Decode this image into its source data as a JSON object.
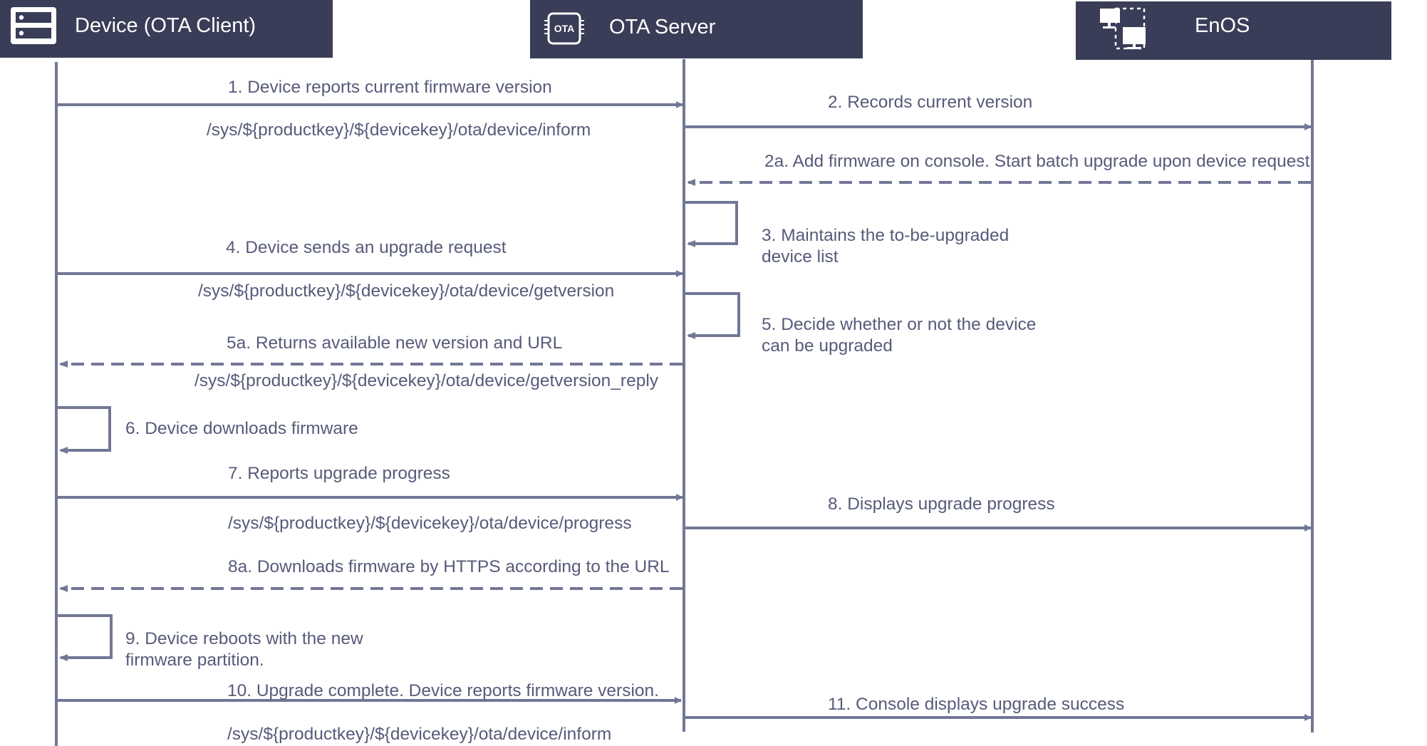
{
  "participants": [
    {
      "name": "Device (OTA Client)",
      "icon": "server-rack-icon"
    },
    {
      "name": "OTA Server",
      "icon": "ota-chip-icon"
    },
    {
      "name": "EnOS",
      "icon": "network-monitors-icon"
    }
  ],
  "colors": {
    "header_bg": "#3a3d57",
    "header_text": "#ffffff",
    "line": "#737796",
    "text": "#575b7a"
  },
  "messages": {
    "m1": {
      "label": "1. Device reports current firmware version",
      "topic": "/sys/${productkey}/${devicekey}/ota/device/inform",
      "from": "Device (OTA Client)",
      "to": "OTA Server",
      "style": "solid"
    },
    "m2": {
      "label": "2. Records current version",
      "from": "OTA Server",
      "to": "EnOS",
      "style": "solid"
    },
    "m2a": {
      "label": "2a. Add firmware on console. Start batch upgrade upon device request",
      "from": "EnOS",
      "to": "OTA Server",
      "style": "dashed"
    },
    "m3": {
      "label_line1": "3. Maintains the to-be-upgraded",
      "label_line2": "device list",
      "from": "OTA Server",
      "to": "OTA Server",
      "style": "self"
    },
    "m4": {
      "label": "4. Device sends an upgrade request",
      "topic": "/sys/${productkey}/${devicekey}/ota/device/getversion",
      "from": "Device (OTA Client)",
      "to": "OTA Server",
      "style": "solid"
    },
    "m5": {
      "label_line1": "5. Decide whether or not the device",
      "label_line2": "can be upgraded",
      "from": "OTA Server",
      "to": "OTA Server",
      "style": "self"
    },
    "m5a": {
      "label": "5a. Returns available new version and URL",
      "topic": "/sys/${productkey}/${devicekey}/ota/device/getversion_reply",
      "from": "OTA Server",
      "to": "Device (OTA Client)",
      "style": "dashed"
    },
    "m6": {
      "label": "6. Device downloads firmware",
      "from": "Device (OTA Client)",
      "to": "Device (OTA Client)",
      "style": "self"
    },
    "m7": {
      "label": "7. Reports upgrade progress",
      "topic": "/sys/${productkey}/${devicekey}/ota/device/progress",
      "from": "Device (OTA Client)",
      "to": "OTA Server",
      "style": "solid"
    },
    "m8": {
      "label": "8. Displays upgrade progress",
      "from": "OTA Server",
      "to": "EnOS",
      "style": "solid"
    },
    "m8a": {
      "label": "8a. Downloads firmware by HTTPS according to the URL",
      "from": "OTA Server",
      "to": "Device (OTA Client)",
      "style": "dashed"
    },
    "m9": {
      "label_line1": "9. Device reboots with the new",
      "label_line2": "firmware partition.",
      "from": "Device (OTA Client)",
      "to": "Device (OTA Client)",
      "style": "self"
    },
    "m10": {
      "label": "10. Upgrade complete. Device reports firmware version.",
      "topic": "/sys/${productkey}/${devicekey}/ota/device/inform",
      "from": "Device (OTA Client)",
      "to": "OTA Server",
      "style": "solid"
    },
    "m11": {
      "label": "11. Console displays upgrade success",
      "from": "OTA Server",
      "to": "EnOS",
      "style": "solid"
    }
  }
}
